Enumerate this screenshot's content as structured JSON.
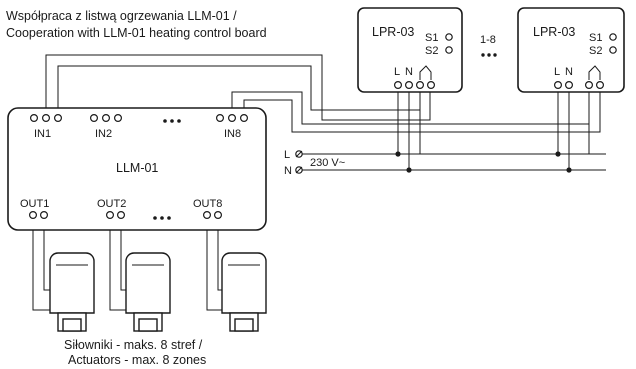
{
  "title": {
    "line1": "Współpraca z listwą ogrzewania LLM-01 /",
    "line2": "Cooperation with LLM-01 heating control board"
  },
  "module1": {
    "name": "LPR-03",
    "s1": "S1",
    "s2": "S2",
    "l": "L",
    "n": "N"
  },
  "module2": {
    "name": "LPR-03",
    "s1": "S1",
    "s2": "S2",
    "l": "L",
    "n": "N"
  },
  "range_label": "1-8",
  "board": {
    "name": "LLM-01",
    "in1": "IN1",
    "in2": "IN2",
    "in8": "IN8",
    "out1": "OUT1",
    "out2": "OUT2",
    "out8": "OUT8"
  },
  "supply": {
    "l": "L",
    "n": "N",
    "voltage": "230 V~"
  },
  "caption": {
    "line1": "Siłowniki - maks. 8 stref /",
    "line2": "Actuators - max. 8 zones"
  },
  "colors": {
    "line": "#1a1a1a",
    "background": "#ffffff"
  }
}
